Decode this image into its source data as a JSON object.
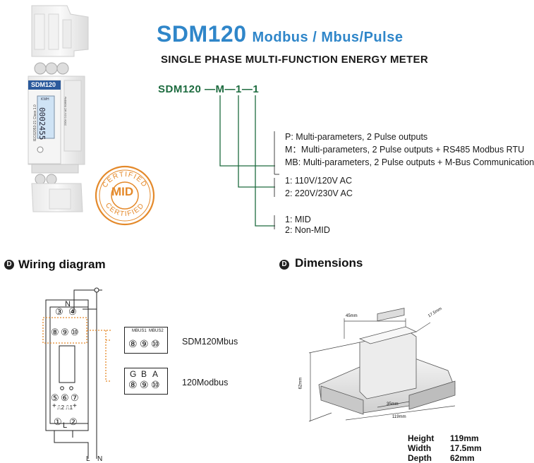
{
  "header": {
    "model": "SDM120",
    "model_variants": "Modbus / Mbus/Pulse",
    "subtitle": "SINGLE  PHASE MULTI-FUNCTION ENERGY METER"
  },
  "ordering": {
    "code": "SDM120 —M—1—1",
    "group1": [
      "P: Multi-parameters, 2 Pulse outputs",
      "M：Multi-parameters, 2 Pulse outputs + RS485 Modbus RTU",
      "MB: Multi-parameters, 2 Pulse outputs + M-Bus Communication"
    ],
    "group2": [
      "1: 110V/120V AC",
      "2: 220V/230V AC"
    ],
    "group3": [
      "1: MID",
      "2: Non-MID"
    ]
  },
  "product": {
    "label": "SDM120",
    "display": "0002455",
    "unit": "KWH",
    "side_text": "IEC62053-21 Class 1.0",
    "side_text2": "230V 0.1V AC 50/60Hz"
  },
  "stamp": {
    "top": "CERTIFIED",
    "center": "MID",
    "bottom": "CERTIFIED"
  },
  "wiring": {
    "section_title": "Wiring diagram",
    "terminal_n": "N",
    "terminals_top": [
      "③",
      "④"
    ],
    "terminals_comm": [
      "⑧",
      "⑨",
      "⑩"
    ],
    "terminals_pulse": [
      "⑤",
      "⑥",
      "⑦"
    ],
    "pulse_labels": [
      "+",
      "⎍2",
      "⎍1",
      "+"
    ],
    "terminals_bottom": [
      "①",
      "②"
    ],
    "l_label": "L",
    "bottom_l": "L",
    "bottom_n": "N",
    "mbus_labels": "MBUS1  MBUS2",
    "mbus_terminals": [
      "⑧",
      "⑨",
      "⑩"
    ],
    "mbus_name": "SDM120Mbus",
    "modbus_labels": [
      "G",
      "B",
      "A"
    ],
    "modbus_terminals": [
      "⑧",
      "⑨",
      "⑩"
    ],
    "modbus_name": "120Modbus"
  },
  "dimensions": {
    "section_title": "Dimensions",
    "label_45": "45mm",
    "label_17": "17.5mm",
    "label_62": "62mm",
    "label_35": "35mm",
    "label_119": "119mm",
    "specs": [
      {
        "name": "Height",
        "value": "119mm"
      },
      {
        "name": "Width",
        "value": "17.5mm"
      },
      {
        "name": "Depth",
        "value": "62mm"
      }
    ]
  },
  "colors": {
    "title_blue": "#2f86c9",
    "code_green": "#1d6b3f",
    "stamp_orange": "#e4892a",
    "lcd_blue": "#cfe3f5"
  }
}
